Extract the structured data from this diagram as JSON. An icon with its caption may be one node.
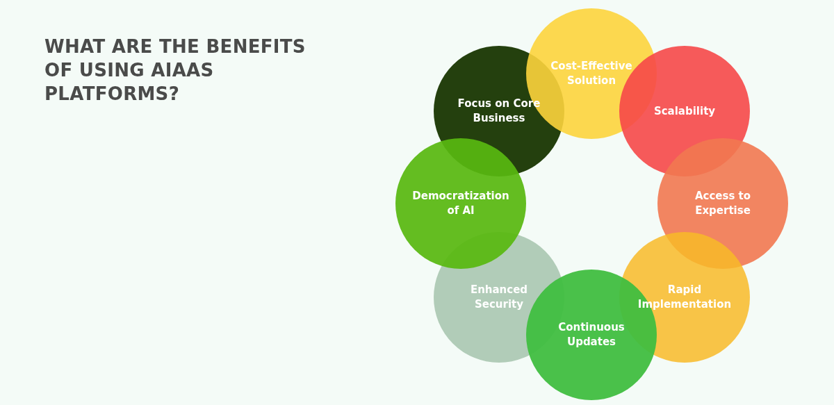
{
  "diagram": {
    "title": "WHAT ARE THE BENEFITS OF USING AIAAS PLATFORMS?",
    "nodes": [
      {
        "text": [
          "Cost-Effective Solution"
        ]
      },
      {
        "text": [
          "Scalability"
        ]
      },
      {
        "text": [
          "Access to Expertise"
        ]
      },
      {
        "text": [
          "Rapid Implementation"
        ]
      },
      {
        "text": [
          "Continuous Updates"
        ]
      },
      {
        "text": [
          "Enhanced Security"
        ]
      },
      {
        "text": [
          "Democratization of AI"
        ]
      },
      {
        "text": [
          "Focus on Core Business"
        ]
      }
    ]
  }
}
